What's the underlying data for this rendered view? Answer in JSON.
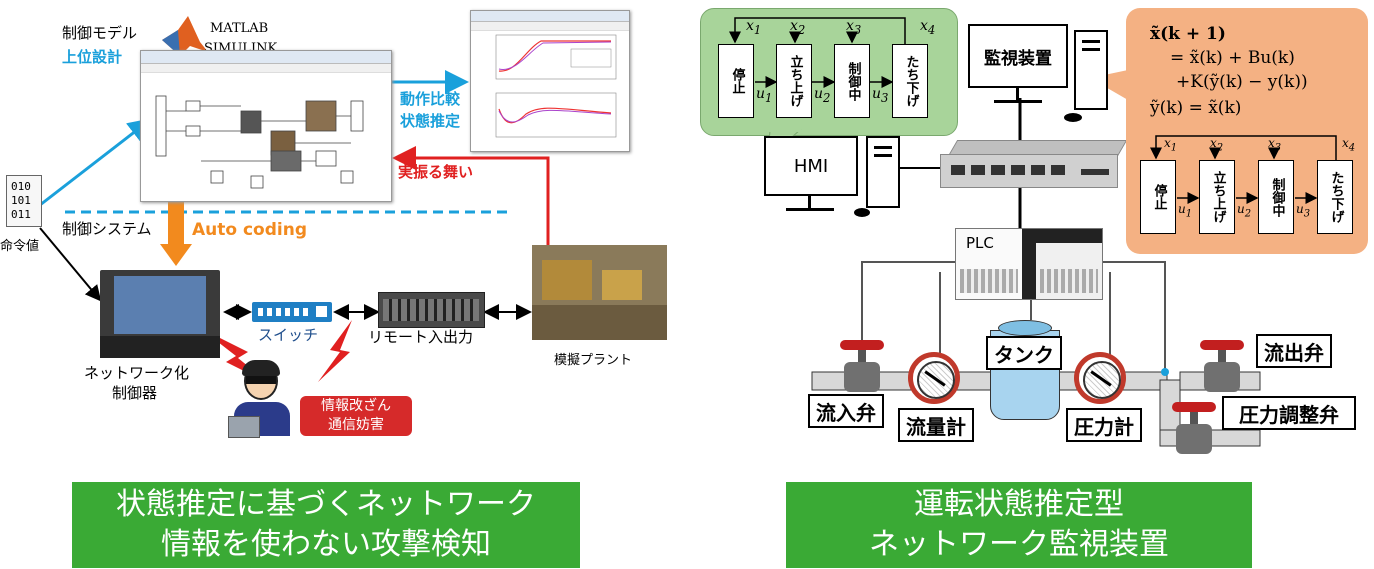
{
  "left": {
    "control_model_label": "制御モデル",
    "upper_design_label": "上位設計",
    "matlab_logo": "MATLAB",
    "simulink_logo": "SIMULINK",
    "behavior_compare_label": "動作比較",
    "state_estimation_label": "状態推定",
    "actual_behavior_label": "実振る舞い",
    "control_system_label": "制御システム",
    "auto_coding_label": "Auto coding",
    "command_file_bits": [
      "010",
      "101",
      "011"
    ],
    "command_value_label": "命令値",
    "switch_label": "スイッチ",
    "remote_io_label": "リモート入出力",
    "mock_plant_label": "模擬プラント",
    "networked_controller_label": [
      "ネットワーク化",
      "制御器"
    ],
    "attack_label": [
      "情報改ざん",
      "通信妨害"
    ],
    "banner_lines": [
      "状態推定に基づくネットワーク",
      "情報を使わない攻撃検知"
    ]
  },
  "right": {
    "states": [
      "停止",
      "立ち上げ",
      "制御中",
      "たち下げ"
    ],
    "x_labels": [
      "x",
      "x",
      "x",
      "x"
    ],
    "x_subs": [
      "1",
      "2",
      "3",
      "4"
    ],
    "u_labels": [
      "u",
      "u",
      "u"
    ],
    "u_subs": [
      "1",
      "2",
      "3"
    ],
    "hmi_label": "HMI",
    "monitor_label": "監視装置",
    "plc_label": "PLC",
    "tank_label": "タンク",
    "inflow_valve_label": "流入弁",
    "flow_meter_label": "流量計",
    "pressure_meter_label": "圧力計",
    "outflow_valve_label": "流出弁",
    "pressure_valve_label": "圧力調整弁",
    "equation_lines": [
      "x̃(k + 1)",
      "= x̃(k) + Bu(k)",
      "+K(ỹ(k) − y(k))",
      "ỹ(k) = x̃(k)"
    ],
    "banner_lines": [
      "運転状態推定型",
      "ネットワーク監視装置"
    ]
  }
}
